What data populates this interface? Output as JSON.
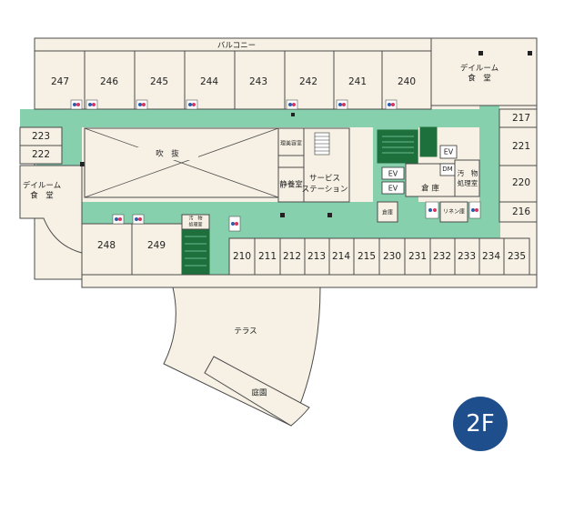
{
  "floor_badge": "2F",
  "labels": {
    "balcony": "バルコニー",
    "dayroom_1": "デイルーム",
    "dayroom_2": "食　堂",
    "void": "吹　抜",
    "nurse_1": "サービス",
    "nurse_2": "ステーション",
    "quiet": "静養室",
    "treatment": "理美容室",
    "storage": "倉 庫",
    "storage_small": "倉庫",
    "linen": "リネン庫",
    "dirty_1": "汚　物",
    "dirty_2": "処理室",
    "dirty_small_1": "汚　物",
    "dirty_small_2": "処理室",
    "ev": "EV",
    "dm": "DM",
    "terrace": "テラス",
    "garden": "庭園"
  },
  "rooms": {
    "r247": "247",
    "r246": "246",
    "r245": "245",
    "r244": "244",
    "r243": "243",
    "r242": "242",
    "r241": "241",
    "r240": "240",
    "r223": "223",
    "r222": "222",
    "r217": "217",
    "r221": "221",
    "r220": "220",
    "r216": "216",
    "r248": "248",
    "r249": "249",
    "r210": "210",
    "r211": "211",
    "r212": "212",
    "r213": "213",
    "r214": "214",
    "r215": "215",
    "r230": "230",
    "r231": "231",
    "r232": "232",
    "r233": "233",
    "r234": "234",
    "r235": "235"
  },
  "colors": {
    "corridor": "#86d0ad",
    "room": "#f6f1e4",
    "stair": "#1d6f3c",
    "badge": "#1f4e8c",
    "male": "#2a5caa",
    "female": "#d8345f"
  }
}
